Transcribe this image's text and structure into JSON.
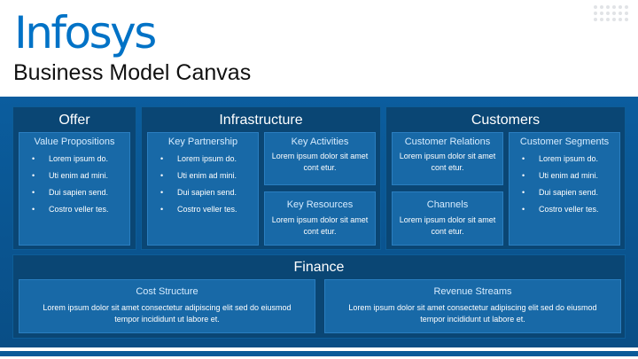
{
  "header": {
    "logo_text": "Infosys",
    "title": "Business Model Canvas"
  },
  "offer": {
    "title": "Offer",
    "value_propositions": {
      "title": "Value Propositions",
      "items": [
        "Lorem ipsum do.",
        "Uti enim ad mini.",
        "Dui sapien send.",
        "Costro veller tes."
      ]
    }
  },
  "infrastructure": {
    "title": "Infrastructure",
    "key_partnership": {
      "title": "Key Partnership",
      "items": [
        "Lorem ipsum do.",
        "Uti enim ad mini.",
        "Dui sapien send.",
        "Costro veller tes."
      ]
    },
    "key_activities": {
      "title": "Key Activities",
      "text": "Lorem ipsum dolor sit amet cont etur."
    },
    "key_resources": {
      "title": "Key Resources",
      "text": "Lorem ipsum dolor sit amet cont etur."
    }
  },
  "customers": {
    "title": "Customers",
    "customer_relations": {
      "title": "Customer Relations",
      "text": "Lorem ipsum dolor sit amet cont etur."
    },
    "channels": {
      "title": "Channels",
      "text": "Lorem ipsum dolor sit amet cont etur."
    },
    "customer_segments": {
      "title": "Customer Segments",
      "items": [
        "Lorem ipsum do.",
        "Uti enim ad mini.",
        "Dui sapien send.",
        "Costro veller tes."
      ]
    }
  },
  "finance": {
    "title": "Finance",
    "cost_structure": {
      "title": "Cost Structure",
      "text": "Lorem ipsum dolor sit amet consectetur adipiscing elit sed do eiusmod tempor incididunt ut labore et."
    },
    "revenue_streams": {
      "title": "Revenue Streams",
      "text": "Lorem ipsum dolor sit amet consectetur adipiscing elit sed do eiusmod tempor incididunt ut labore et."
    }
  }
}
